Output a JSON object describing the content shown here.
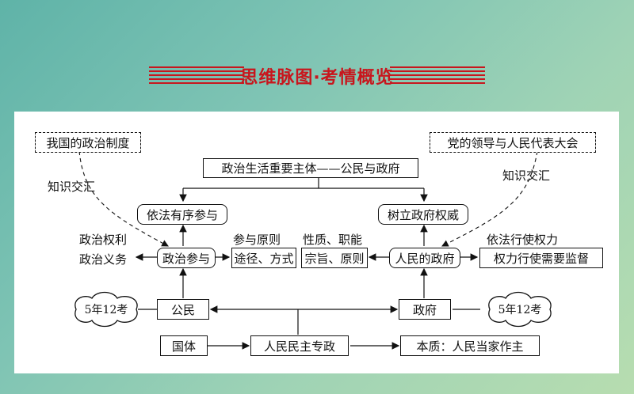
{
  "banner": {
    "title": "思维脉图·考情概览"
  },
  "diagram": {
    "top_left_dashed": "我国的政治制度",
    "top_right_dashed": "党的领导与人民代表大会",
    "cross_left": "知识交汇",
    "cross_right": "知识交汇",
    "main_subject": "政治生活重要主体——公民与政府",
    "left_upper": "依法有序参与",
    "right_upper": "树立政府权威",
    "left_rights": [
      "政治权利",
      "政治义务"
    ],
    "participation": "政治参与",
    "principles": [
      "参与原则",
      "途径、方式"
    ],
    "nature": [
      "性质、职能",
      "宗旨、原则"
    ],
    "people_gov": "人民的政府",
    "power_box": [
      "依法行使权力",
      "权力行使需要监督"
    ],
    "citizen": "公民",
    "government": "政府",
    "exam_left": "5年12考",
    "exam_right": "5年12考",
    "state_system": "国体",
    "dictatorship": "人民民主专政",
    "essence": "本质：人民当家作主"
  }
}
